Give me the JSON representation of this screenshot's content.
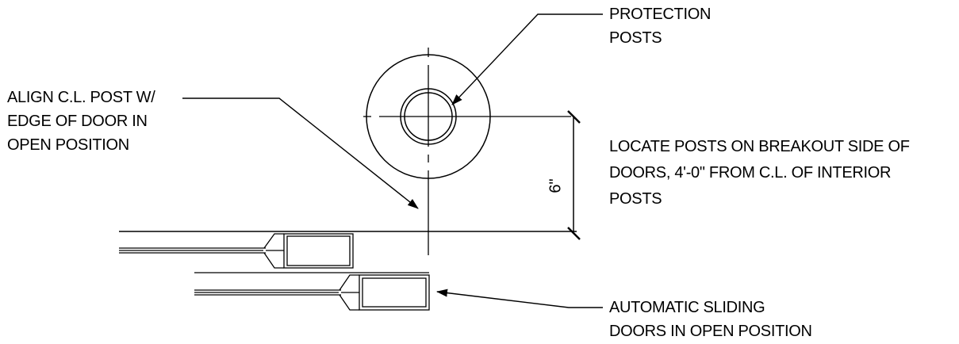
{
  "labels": {
    "protection_posts": [
      "PROTECTION",
      "POSTS"
    ],
    "align_post": [
      "ALIGN C.L. POST W/",
      "EDGE OF DOOR IN",
      "OPEN POSITION"
    ],
    "locate_posts": [
      "LOCATE POSTS ON BREAKOUT SIDE OF",
      "DOORS, 4'-0\" FROM C.L. OF INTERIOR",
      "POSTS"
    ],
    "sliding_doors": [
      "AUTOMATIC SLIDING",
      "DOORS IN OPEN POSITION"
    ]
  },
  "dimension": {
    "value": "6\""
  },
  "colors": {
    "line": "#000000",
    "background": "#ffffff"
  }
}
